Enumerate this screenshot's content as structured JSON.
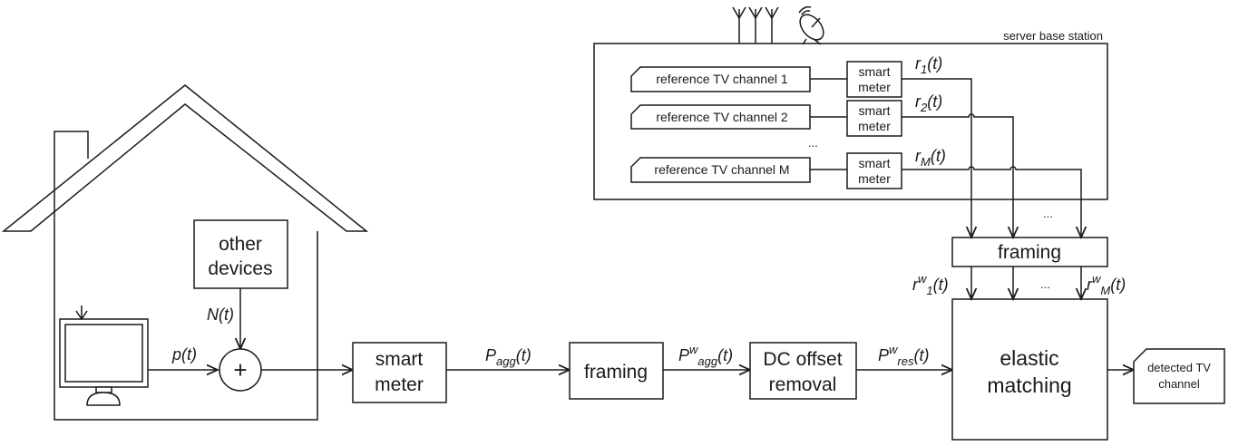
{
  "blocks": {
    "other_devices": [
      "other",
      "devices"
    ],
    "adder": "+",
    "smart_meter": [
      "smart",
      "meter"
    ],
    "framing_1": "framing",
    "dc_offset": [
      "DC offset",
      "removal"
    ],
    "framing_2": "framing",
    "elastic_matching": [
      "elastic",
      "matching"
    ],
    "detected": [
      "detected TV",
      "channel"
    ]
  },
  "server": {
    "label": "server base station",
    "channels": [
      {
        "name": "reference TV channel 1",
        "meter": [
          "smart",
          "meter"
        ],
        "signal": "r",
        "sub": "1"
      },
      {
        "name": "reference TV channel 2",
        "meter": [
          "smart",
          "meter"
        ],
        "signal": "r",
        "sub": "2"
      },
      {
        "name": "reference TV channel M",
        "meter": [
          "smart",
          "meter"
        ],
        "signal": "r",
        "sub": "M"
      }
    ],
    "ellipsis": "..."
  },
  "signals": {
    "noise": "N(t)",
    "power": "p(t)",
    "agg_base": "P",
    "agg_sub": "agg",
    "paren": "(t)",
    "w": "w",
    "res_sub": "res",
    "rw_base": "r",
    "rw1_sub": "1",
    "rwM_sub": "M"
  },
  "ellipsis": "..."
}
